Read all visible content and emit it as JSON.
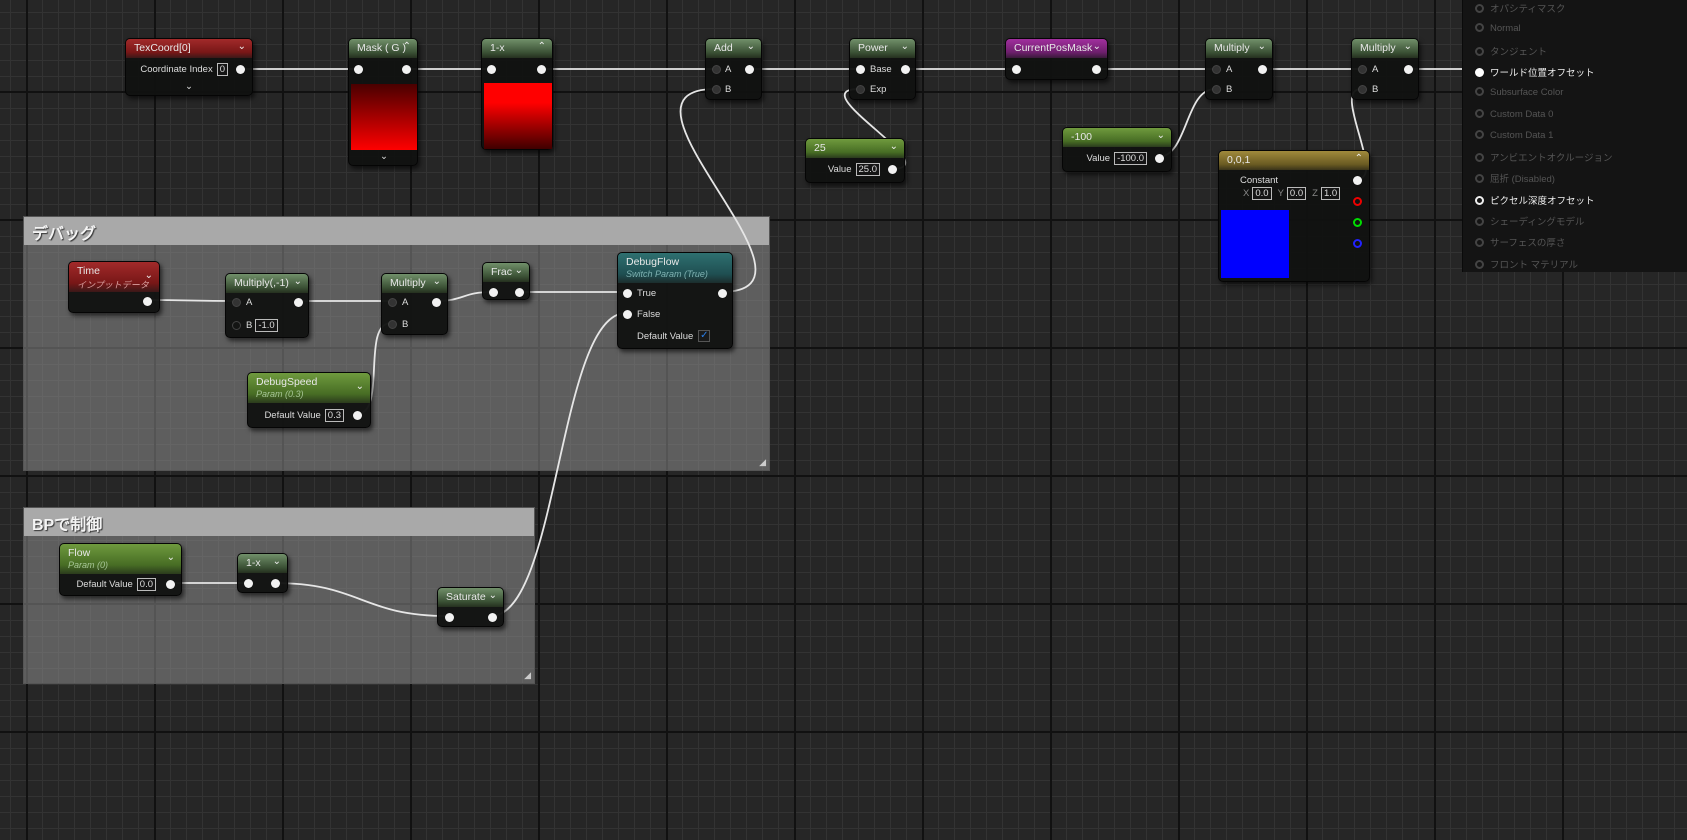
{
  "comments": {
    "debug": "デバッグ",
    "bp": "BPで制御"
  },
  "nodes": {
    "texcoord": {
      "title": "TexCoord[0]",
      "label": "Coordinate Index",
      "value": "0"
    },
    "mask": {
      "title": "Mask ( G )"
    },
    "oneminus": {
      "title": "1-x"
    },
    "add": {
      "title": "Add",
      "a": "A",
      "b": "B"
    },
    "power": {
      "title": "Power",
      "base": "Base",
      "exp": "Exp"
    },
    "currentposmask": {
      "title": "CurrentPosMask"
    },
    "multiply1": {
      "title": "Multiply",
      "a": "A",
      "b": "B"
    },
    "multiply2": {
      "title": "Multiply",
      "a": "A",
      "b": "B"
    },
    "const25": {
      "title": "25",
      "label": "Value",
      "value": "25.0"
    },
    "constm100": {
      "title": "-100",
      "label": "Value",
      "value": "-100.0"
    },
    "vec001": {
      "title": "0,0,1",
      "label": "Constant",
      "x_label": "X",
      "x": "0.0",
      "y_label": "Y",
      "y": "0.0",
      "z_label": "Z",
      "z": "1.0",
      "preview_color": "#0000ff"
    },
    "time": {
      "title": "Time",
      "subtitle": "インプットデータ"
    },
    "multneg": {
      "title": "Multiply(,-1)",
      "a": "A",
      "b": "B",
      "b_value": "-1.0"
    },
    "multiply3": {
      "title": "Multiply",
      "a": "A",
      "b": "B"
    },
    "frac": {
      "title": "Frac"
    },
    "debugflow": {
      "title": "DebugFlow",
      "subtitle": "Switch Param (True)",
      "true_label": "True",
      "false_label": "False",
      "default_label": "Default Value",
      "default_checked": true
    },
    "debugspeed": {
      "title": "DebugSpeed",
      "subtitle": "Param (0.3)",
      "label": "Default Value",
      "value": "0.3"
    },
    "flow": {
      "title": "Flow",
      "subtitle": "Param (0)",
      "label": "Default Value",
      "value": "0.0"
    },
    "oneminus2": {
      "title": "1-x"
    },
    "saturate": {
      "title": "Saturate"
    }
  },
  "material_outputs": [
    {
      "label": "オパシティマスク",
      "state": "off"
    },
    {
      "label": "Normal",
      "state": "off"
    },
    {
      "label": "タンジェント",
      "state": "off"
    },
    {
      "label": "ワールド位置オフセット",
      "state": "connected"
    },
    {
      "label": "Subsurface Color",
      "state": "off"
    },
    {
      "label": "Custom Data 0",
      "state": "off"
    },
    {
      "label": "Custom Data 1",
      "state": "off"
    },
    {
      "label": "アンビエントオクルージョン",
      "state": "off"
    },
    {
      "label": "屈折 (Disabled)",
      "state": "off"
    },
    {
      "label": "ピクセル深度オフセット",
      "state": "active"
    },
    {
      "label": "シェーディングモデル",
      "state": "off"
    },
    {
      "label": "サーフェスの厚さ",
      "state": "off"
    },
    {
      "label": "フロント マテリアル",
      "state": "off"
    }
  ],
  "colors": {
    "wire": "#e6e6e6",
    "accent_check": "#2a7ee8"
  }
}
